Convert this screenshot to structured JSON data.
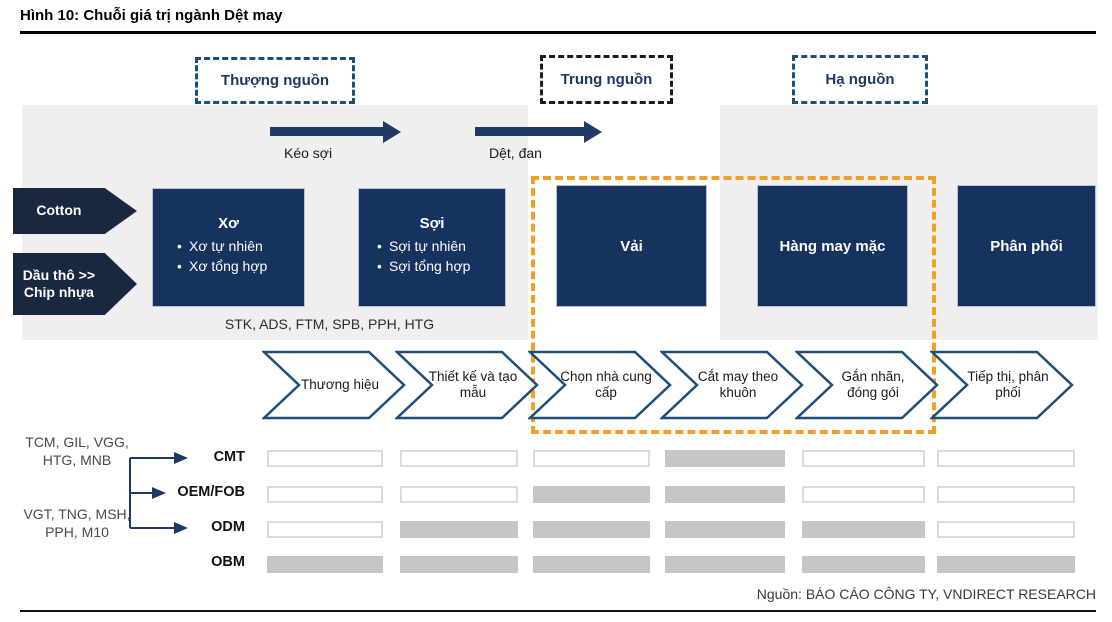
{
  "figure": {
    "title": "Hình 10: Chuỗi giá trị ngành Dệt may",
    "source": "Nguồn: BÁO CÁO CÔNG TY, VNDIRECT RESEARCH"
  },
  "stages": [
    {
      "label": "Thượng nguồn"
    },
    {
      "label": "Trung nguồn"
    },
    {
      "label": "Hạ nguồn"
    }
  ],
  "process_arrows": [
    {
      "icon": "arrow-right-icon",
      "label": "Kéo sợi"
    },
    {
      "icon": "arrow-right-icon",
      "label": "Dệt, đan"
    }
  ],
  "inputs": [
    {
      "label": "Cotton"
    },
    {
      "line1": "Dầu thô >>",
      "line2": "Chip nhựa"
    }
  ],
  "chain_boxes": [
    {
      "title": "Xơ",
      "bullets": [
        "Xơ tự nhiên",
        "Xơ tổng hợp"
      ]
    },
    {
      "title": "Sợi",
      "bullets": [
        "Sợi tự nhiên",
        "Sợi tổng hợp"
      ]
    },
    {
      "title": "Vải"
    },
    {
      "title": "Hàng may mặc"
    },
    {
      "title": "Phân phối"
    }
  ],
  "upstream_tickers": "STK, ADS, FTM, SPB, PPH, HTG",
  "steps": [
    "Thương hiệu",
    "Thiết kế và tạo mẫu",
    "Chọn nhà cung cấp",
    "Cắt may theo khuôn",
    "Gắn nhãn, đóng gói",
    "Tiếp thị, phân phối"
  ],
  "ticker_groups": [
    "TCM, GIL, VGG, HTG, MNB",
    "VGT, TNG, MSH, PPH, M10"
  ],
  "models": [
    {
      "label": "CMT",
      "coverage": [
        false,
        false,
        false,
        true,
        false,
        false
      ]
    },
    {
      "label": "OEM/FOB",
      "coverage": [
        false,
        false,
        true,
        true,
        false,
        false
      ]
    },
    {
      "label": "ODM",
      "coverage": [
        false,
        true,
        true,
        true,
        true,
        false
      ]
    },
    {
      "label": "OBM",
      "coverage": [
        true,
        true,
        true,
        true,
        true,
        true
      ]
    }
  ],
  "colors": {
    "navy_box": "#163360",
    "input_pentagon": "#1A2740",
    "navy_text": "#1F3864",
    "chevron_outline": "#1F4E79",
    "highlight_orange": "#F2A024",
    "band_gray": "#EFEFEF",
    "bar_fill": "#C6C6C6"
  }
}
